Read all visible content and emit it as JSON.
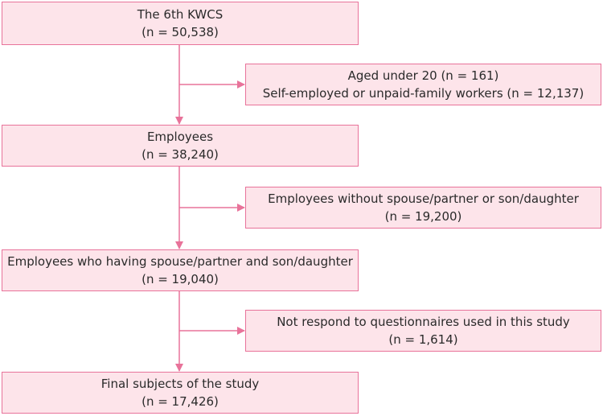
{
  "flow": {
    "main": [
      {
        "line1": "The 6th KWCS",
        "line2": "(n = 50,538)"
      },
      {
        "line1": "Employees",
        "line2": "(n = 38,240)"
      },
      {
        "line1": "Employees who having spouse/partner and son/daughter",
        "line2": "(n = 19,040)"
      },
      {
        "line1": "Final subjects of the study",
        "line2": "(n = 17,426)"
      }
    ],
    "exclusions": [
      {
        "line1": "Aged under 20 (n = 161)",
        "line2": "Self-employed or unpaid-family workers (n = 12,137)"
      },
      {
        "line1": "Employees without spouse/partner or son/daughter",
        "line2": "(n = 19,200)"
      },
      {
        "line1": "Not respond to questionnaires used in this study",
        "line2": "(n = 1,614)"
      }
    ]
  },
  "colors": {
    "box_fill": "#fde4ea",
    "box_border": "#e8739a",
    "arrow": "#e8739a"
  }
}
